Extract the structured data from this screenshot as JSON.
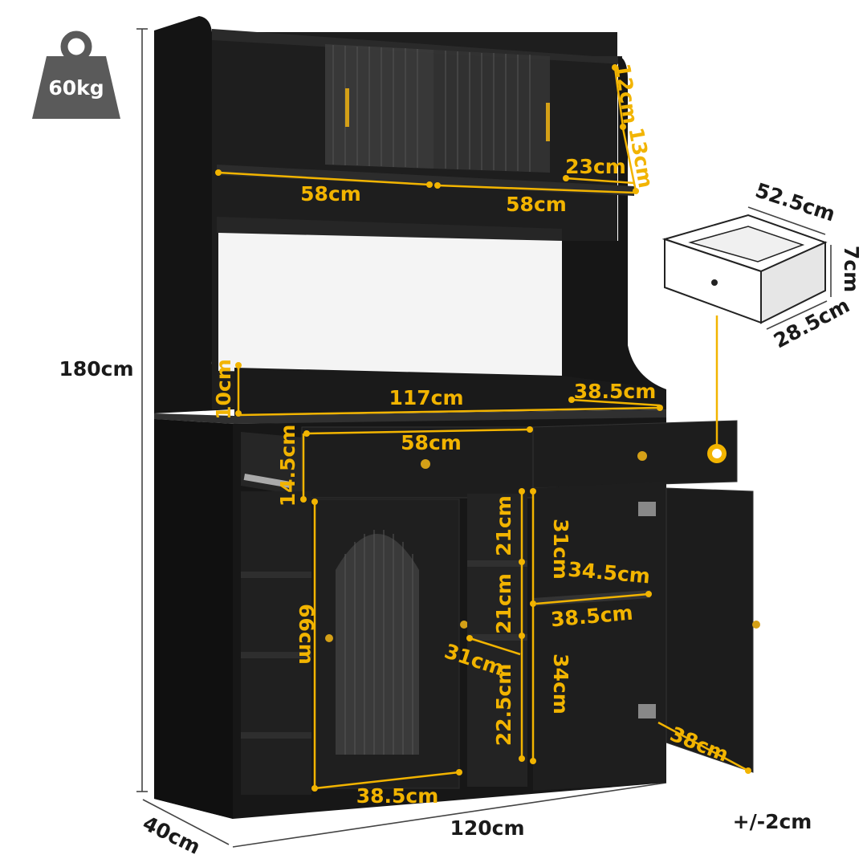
{
  "weight": {
    "label": "60kg"
  },
  "tolerance": "+/-2cm",
  "overall": {
    "height": "180cm",
    "width": "120cm",
    "depth": "40cm"
  },
  "hutch": {
    "top_height": "12cm",
    "right_height": "13cm",
    "shelf_depth": "23cm",
    "left_width": "58cm",
    "right_width": "58cm",
    "counter_height": "10cm",
    "counter_width": "117cm",
    "counter_depth": "38.5cm"
  },
  "drawer": {
    "width": "58cm",
    "height": "14.5cm",
    "detail_width": "52.5cm",
    "detail_height": "7cm",
    "detail_depth": "28.5cm"
  },
  "cabinet": {
    "left_height": "66cm",
    "left_width": "38.5cm",
    "mid_shelf1": "21cm",
    "mid_shelf2": "21cm",
    "mid_shelf3": "22.5cm",
    "mid_depth": "31cm",
    "right_upper": "31cm",
    "right_lower": "34cm",
    "right_shelf_width": "34.5cm",
    "right_shelf_depth": "38.5cm",
    "door_width": "38cm"
  },
  "colors": {
    "accent": "#f2b400",
    "cabinet": "#1c1c1c",
    "weight_icon": "#5a5a5a"
  }
}
